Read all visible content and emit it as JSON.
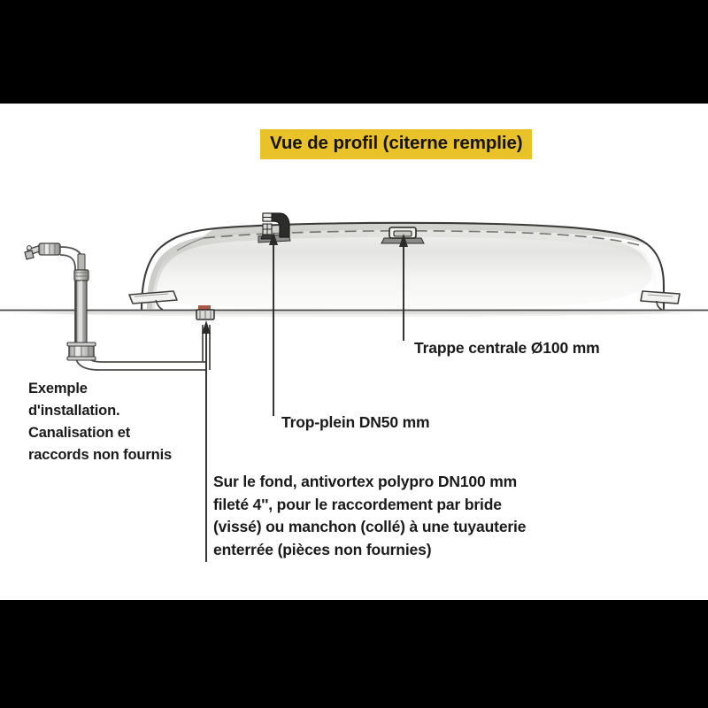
{
  "document": {
    "type": "technical-diagram",
    "language": "fr",
    "background_color": "#ffffff",
    "letterbox_color": "#000000"
  },
  "title": {
    "text": "Vue de profil (citerne remplie)",
    "background_color": "#e9c229",
    "text_color": "#16130d"
  },
  "labels": {
    "trappe": "Trappe centrale Ø100 mm",
    "trop_plein": "Trop-plein DN50 mm",
    "exemple": "Exemple\nd'installation.\nCanalisation et\nraccords non fournis",
    "antivortex": "Sur le fond, antivortex polypro DN100 mm\nfileté 4'', pour le raccordement par bride\n(vissé) ou manchon (collé) à une tuyauterie\nenterrée (pièces non fournies)"
  },
  "diagram": {
    "tank_name": "citerne souple remplie",
    "tank_fill_light": "#fdfdfd",
    "tank_fill_shade": "#d2d2ce",
    "outline_color": "#3a3a38",
    "ground_line_color": "#4a4a48",
    "fittings": [
      {
        "name": "trop-plein-elbow",
        "label": "Trop-plein DN50 mm"
      },
      {
        "name": "central-hatch",
        "label": "Trappe centrale Ø100 mm"
      },
      {
        "name": "antivortex-outlet",
        "label": "antivortex polypro DN100 mm"
      }
    ],
    "install_example": {
      "name": "piping-example",
      "note": "Canalisation et raccords non fournis",
      "parts": [
        "robinet",
        "canalisation",
        "colonne de pompage",
        "bride de raccordement"
      ]
    }
  }
}
